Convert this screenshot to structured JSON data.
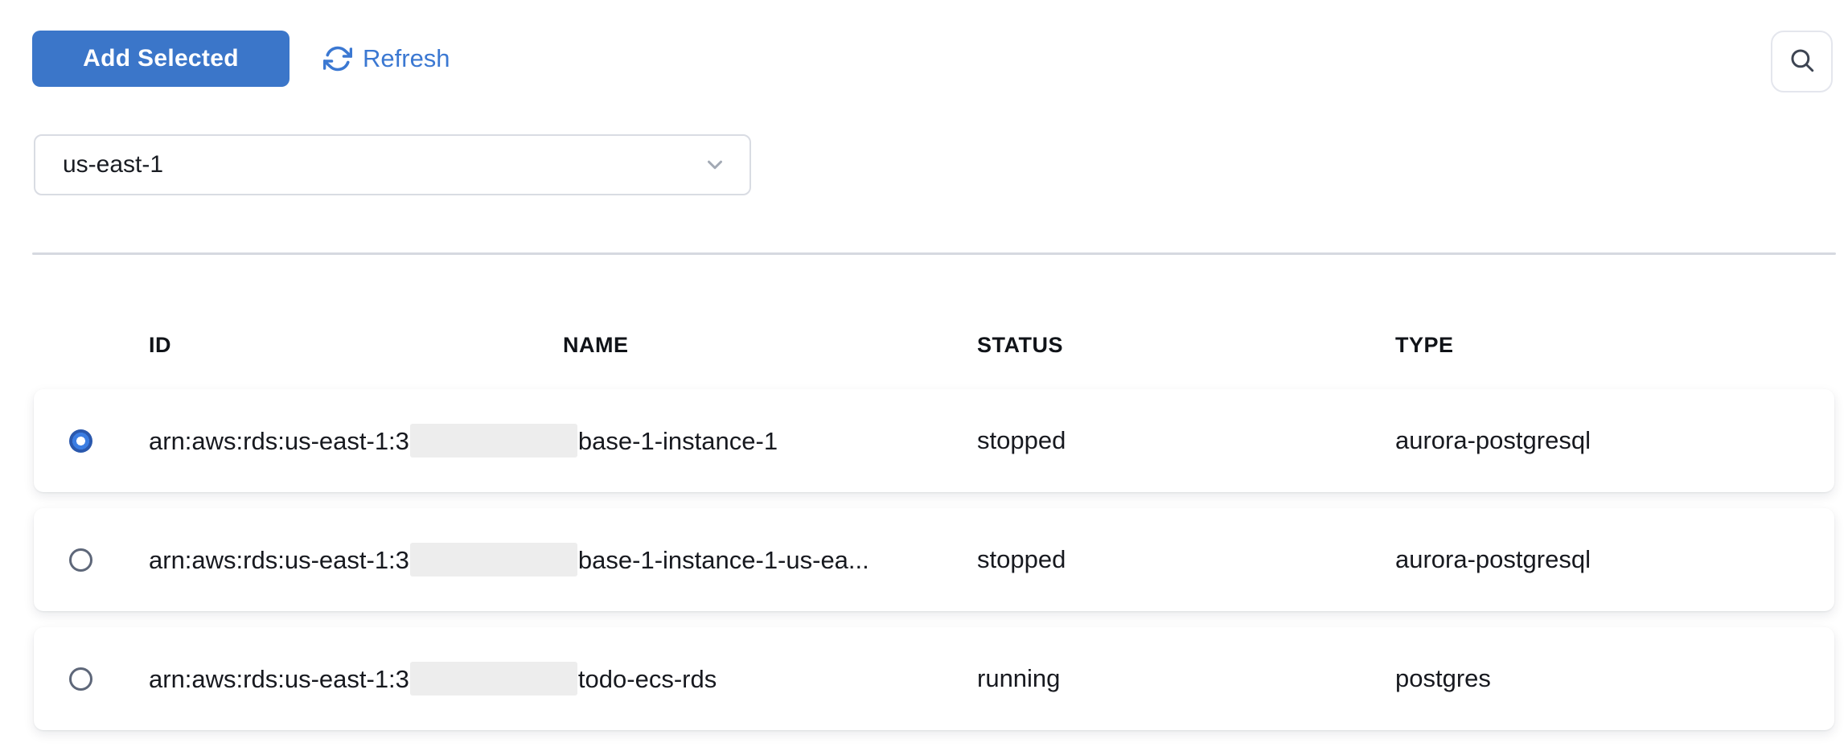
{
  "toolbar": {
    "add_selected_label": "Add Selected",
    "refresh_label": "Refresh",
    "search_icon": "magnifier-icon"
  },
  "region_select": {
    "value": "us-east-1",
    "chevron_icon": "chevron-down-icon"
  },
  "table": {
    "columns": [
      "ID",
      "NAME",
      "STATUS",
      "TYPE"
    ],
    "rows": [
      {
        "selected": true,
        "id_prefix": "arn:aws:rds:us-east-1:3",
        "id_redacted": true,
        "id_suffix": "base-1-instance-1",
        "status": "stopped",
        "type": "aurora-postgresql"
      },
      {
        "selected": false,
        "id_prefix": "arn:aws:rds:us-east-1:3",
        "id_redacted": true,
        "id_suffix": "base-1-instance-1-us-ea...",
        "status": "stopped",
        "type": "aurora-postgresql"
      },
      {
        "selected": false,
        "id_prefix": "arn:aws:rds:us-east-1:3",
        "id_redacted": true,
        "id_suffix": "todo-ecs-rds",
        "status": "running",
        "type": "postgres"
      }
    ]
  },
  "colors": {
    "primary_button": "#3b76c9",
    "link_blue": "#3b78d2",
    "selected_radio": "#3b7de2",
    "divider": "#d6d9e0",
    "redaction": "#ededed"
  }
}
